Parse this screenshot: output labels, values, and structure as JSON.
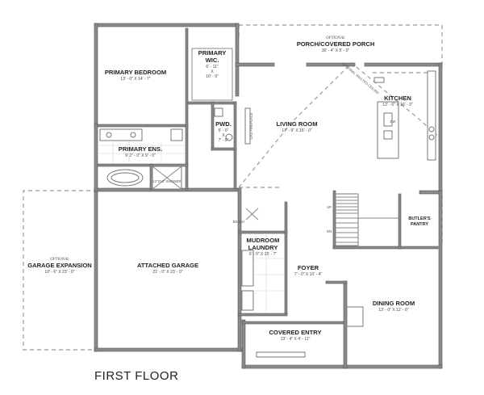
{
  "plan_title": "FIRST FLOOR",
  "rooms": {
    "porch": {
      "optional": "OPTIONAL",
      "name": "PORCH/COVERED PORCH",
      "dims": "30' - 4\" X 5' - 0\""
    },
    "primary_bedroom": {
      "name": "PRIMARY BEDROOM",
      "dims": "13' - 0\" X 14' - 7\""
    },
    "primary_wic": {
      "name1": "PRIMARY",
      "name2": "WIC.",
      "dims1": "6' - 11\"",
      "dims2": "X",
      "dims3": "10' - 9\""
    },
    "pwd": {
      "name": "PWD.",
      "dims1": "5' - 0\"",
      "dims2": "X",
      "dims3": "7' - 9\""
    },
    "living_room": {
      "name": "LIVING ROOM",
      "dims": "17' - 9\" X 16' - 0\""
    },
    "kitchen": {
      "name": "KITCHEN",
      "dims": "12' - 6\" X 16' - 3\""
    },
    "primary_ens": {
      "name": "PRIMARY ENS.",
      "dims": "9' 2\" - 0\" X 9' - 0\""
    },
    "garage_expansion": {
      "optional": "OPTIONAL",
      "name": "GARAGE EXPANSION",
      "dims": "10' - 6\" X 23' - 0\""
    },
    "attached_garage": {
      "name": "ATTACHED GARAGE",
      "dims": "21' - 0\" X 23' - 0\""
    },
    "mudroom": {
      "name1": "MUDROOM",
      "name2": "LAUNDRY",
      "dims": "6' - 0\" X 15' - 7\""
    },
    "butlers_pantry": {
      "name1": "BUTLER'S",
      "name2": "PANTRY"
    },
    "foyer": {
      "name": "FOYER",
      "dims": "7' - 0\" X 10' - 4\""
    },
    "dining_room": {
      "name": "DINING ROOM",
      "dims": "13' - 0\" X 12' - 0\""
    },
    "covered_entry": {
      "name": "COVERED ENTRY",
      "dims": "13' - 4\" X 4' - 11\""
    }
  },
  "annotations": {
    "shower": "12\"X12\" SHOWER",
    "fireplace": "GAS FIREPLACE",
    "vaulted": "OPTIONAL VAULTED CEILING",
    "bench": "BENCH",
    "up": "UP",
    "dn": "DN",
    "dw": "DW"
  }
}
